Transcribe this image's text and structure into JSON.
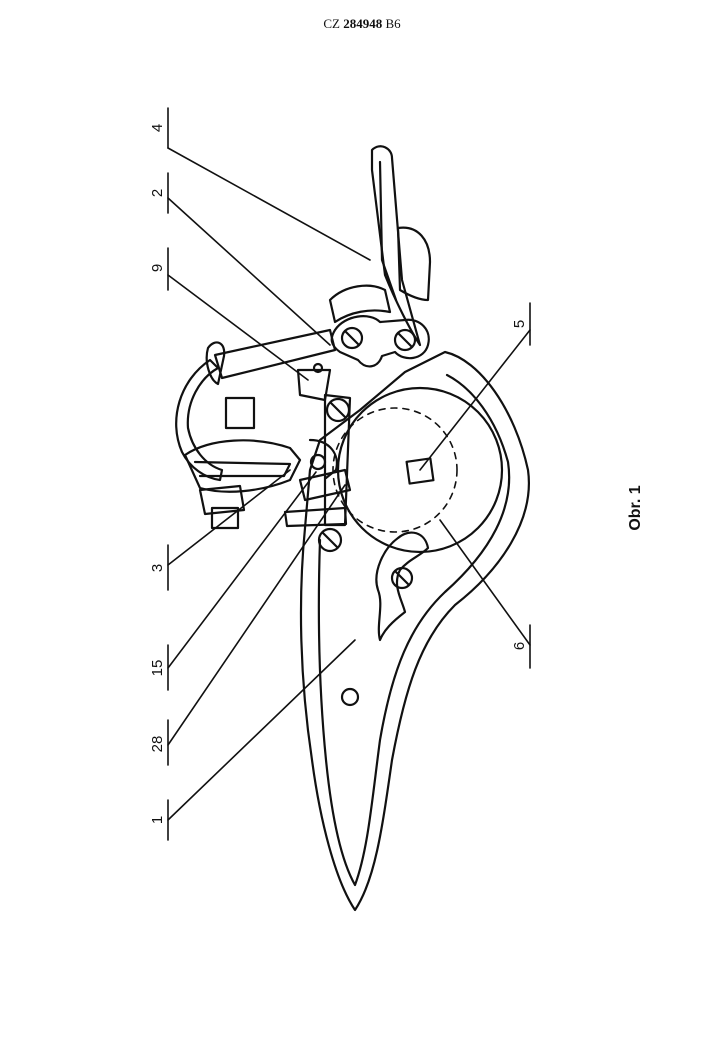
{
  "header": {
    "country": "CZ",
    "number": "284948",
    "kind": "B6"
  },
  "figure": {
    "caption": "Obr. 1",
    "reference_labels": [
      "4",
      "2",
      "9",
      "5",
      "3",
      "15",
      "28",
      "1",
      "6"
    ]
  },
  "colors": {
    "line": "#111111",
    "background": "#ffffff"
  }
}
